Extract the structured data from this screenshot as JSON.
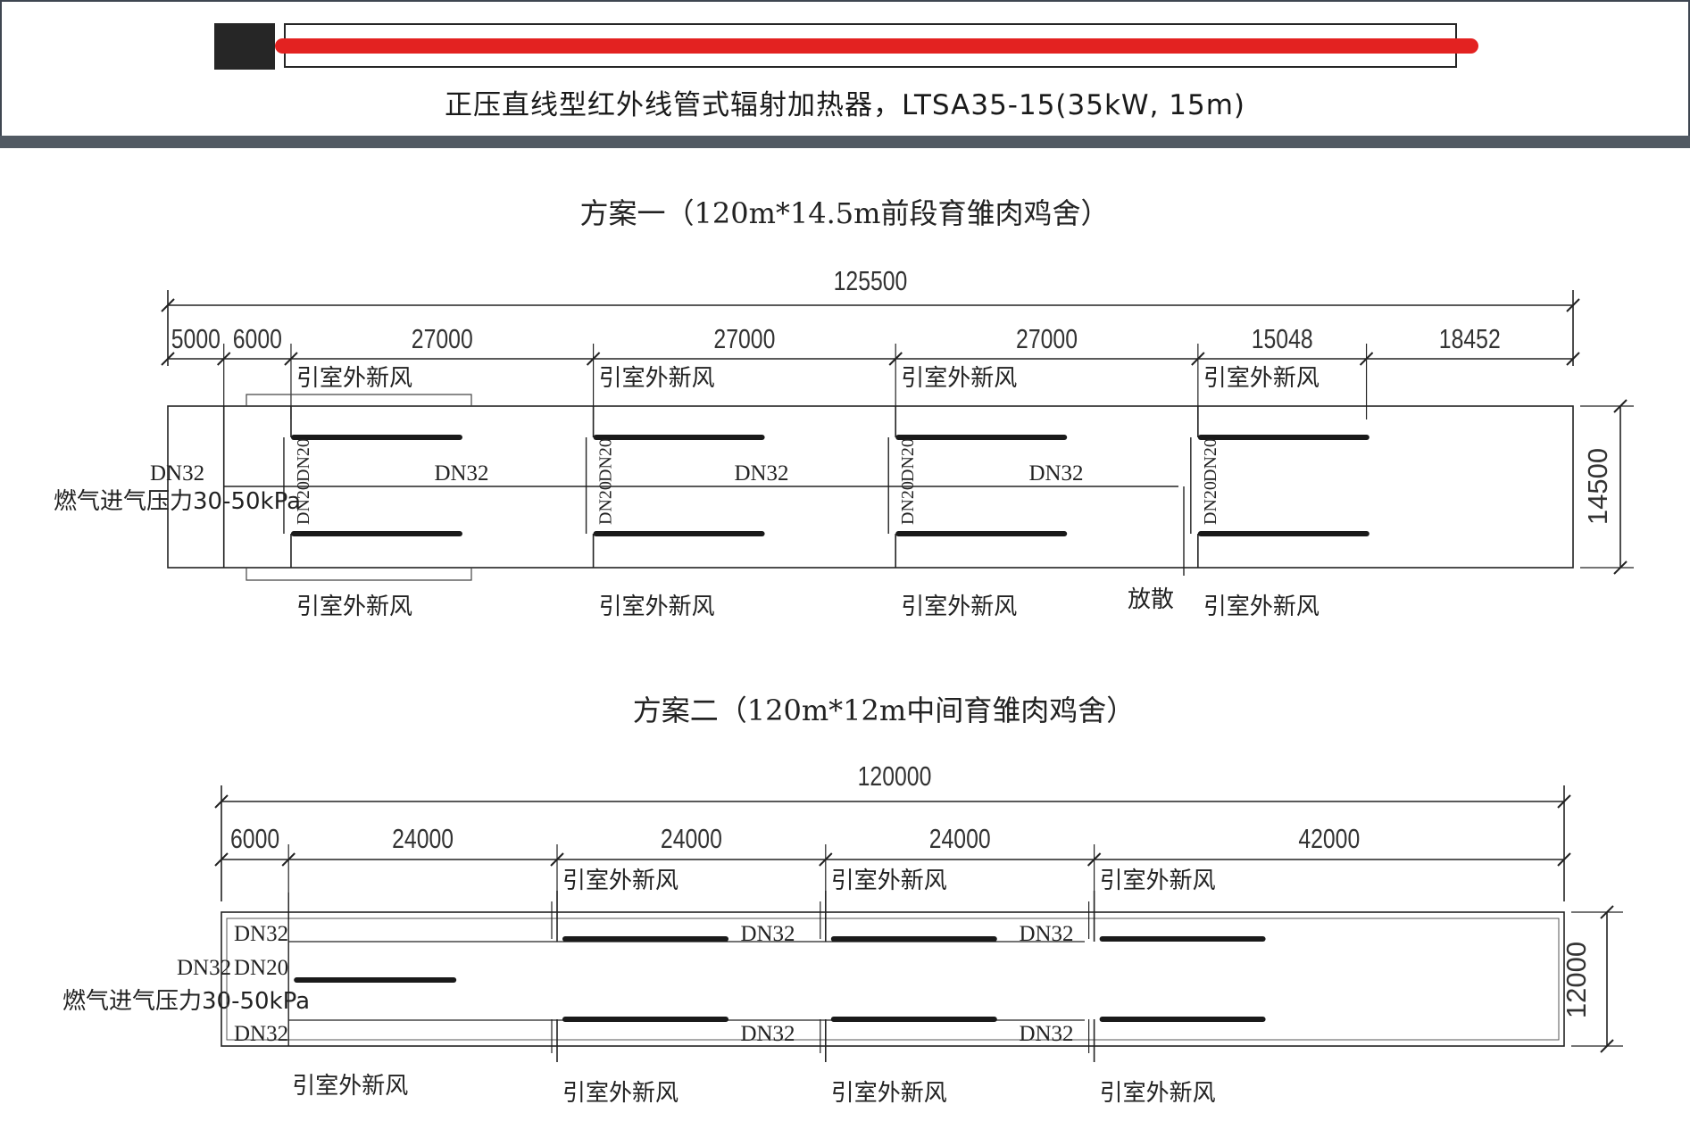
{
  "header": {
    "caption": "正压直线型红外线管式辐射加热器，LTSA35-15(35kW, 15m)",
    "tube_color": "#e32221",
    "block_color": "#262626"
  },
  "scheme1": {
    "title": "方案一（120m*14.5m前段育雏肉鸡舍）",
    "total_length": "125500",
    "segments": [
      "5000",
      "6000",
      "27000",
      "27000",
      "27000",
      "15048",
      "18452"
    ],
    "width": "14500",
    "fresh_air_label": "引室外新风",
    "main_pipe_label": "DN32",
    "branch_pipe_label": "DN20",
    "inlet_label": "燃气进气压力30-50kPa",
    "vent_label": "放散"
  },
  "scheme2": {
    "title": "方案二（120m*12m中间育雏肉鸡舍）",
    "total_length": "120000",
    "segments": [
      "6000",
      "24000",
      "24000",
      "24000",
      "42000"
    ],
    "width": "12000",
    "fresh_air_label": "引室外新风",
    "main_pipe_label": "DN32",
    "branch_pipe_label": "DN20",
    "inlet_label": "燃气进气压力30-50kPa"
  }
}
